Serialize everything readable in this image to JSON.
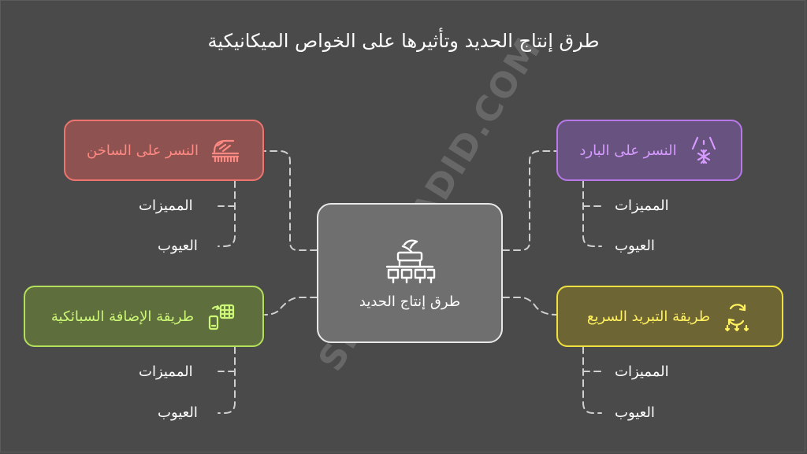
{
  "title": "طرق إنتاج الحديد وتأثيرها على الخواص الميكانيكية",
  "center": {
    "label": "طرق إنتاج الحديد",
    "icon": "steel-mill-icon"
  },
  "branches": {
    "hot_rolling": {
      "label": "النسر على الساخن",
      "icon": "hot-rolling-icon",
      "color": "#ee7470",
      "advantages": "المميزات",
      "disadvantages": "العيوب"
    },
    "cold_rolling": {
      "label": "النسر على البارد",
      "icon": "cold-rolling-icon",
      "color": "#b878e8",
      "advantages": "المميزات",
      "disadvantages": "العيوب"
    },
    "spray_addition": {
      "label": "طريقة الإضافة السبائكية",
      "icon": "alloy-calculator-icon",
      "color": "#b3e05c",
      "advantages": "المميزات",
      "disadvantages": "العيوب"
    },
    "rapid_cooling": {
      "label": "طريقة التبريد السريع",
      "icon": "rapid-cooling-icon",
      "color": "#efe140",
      "advantages": "المميزات",
      "disadvantages": "العيوب"
    }
  },
  "watermark": "SIRJANHADID.COM"
}
